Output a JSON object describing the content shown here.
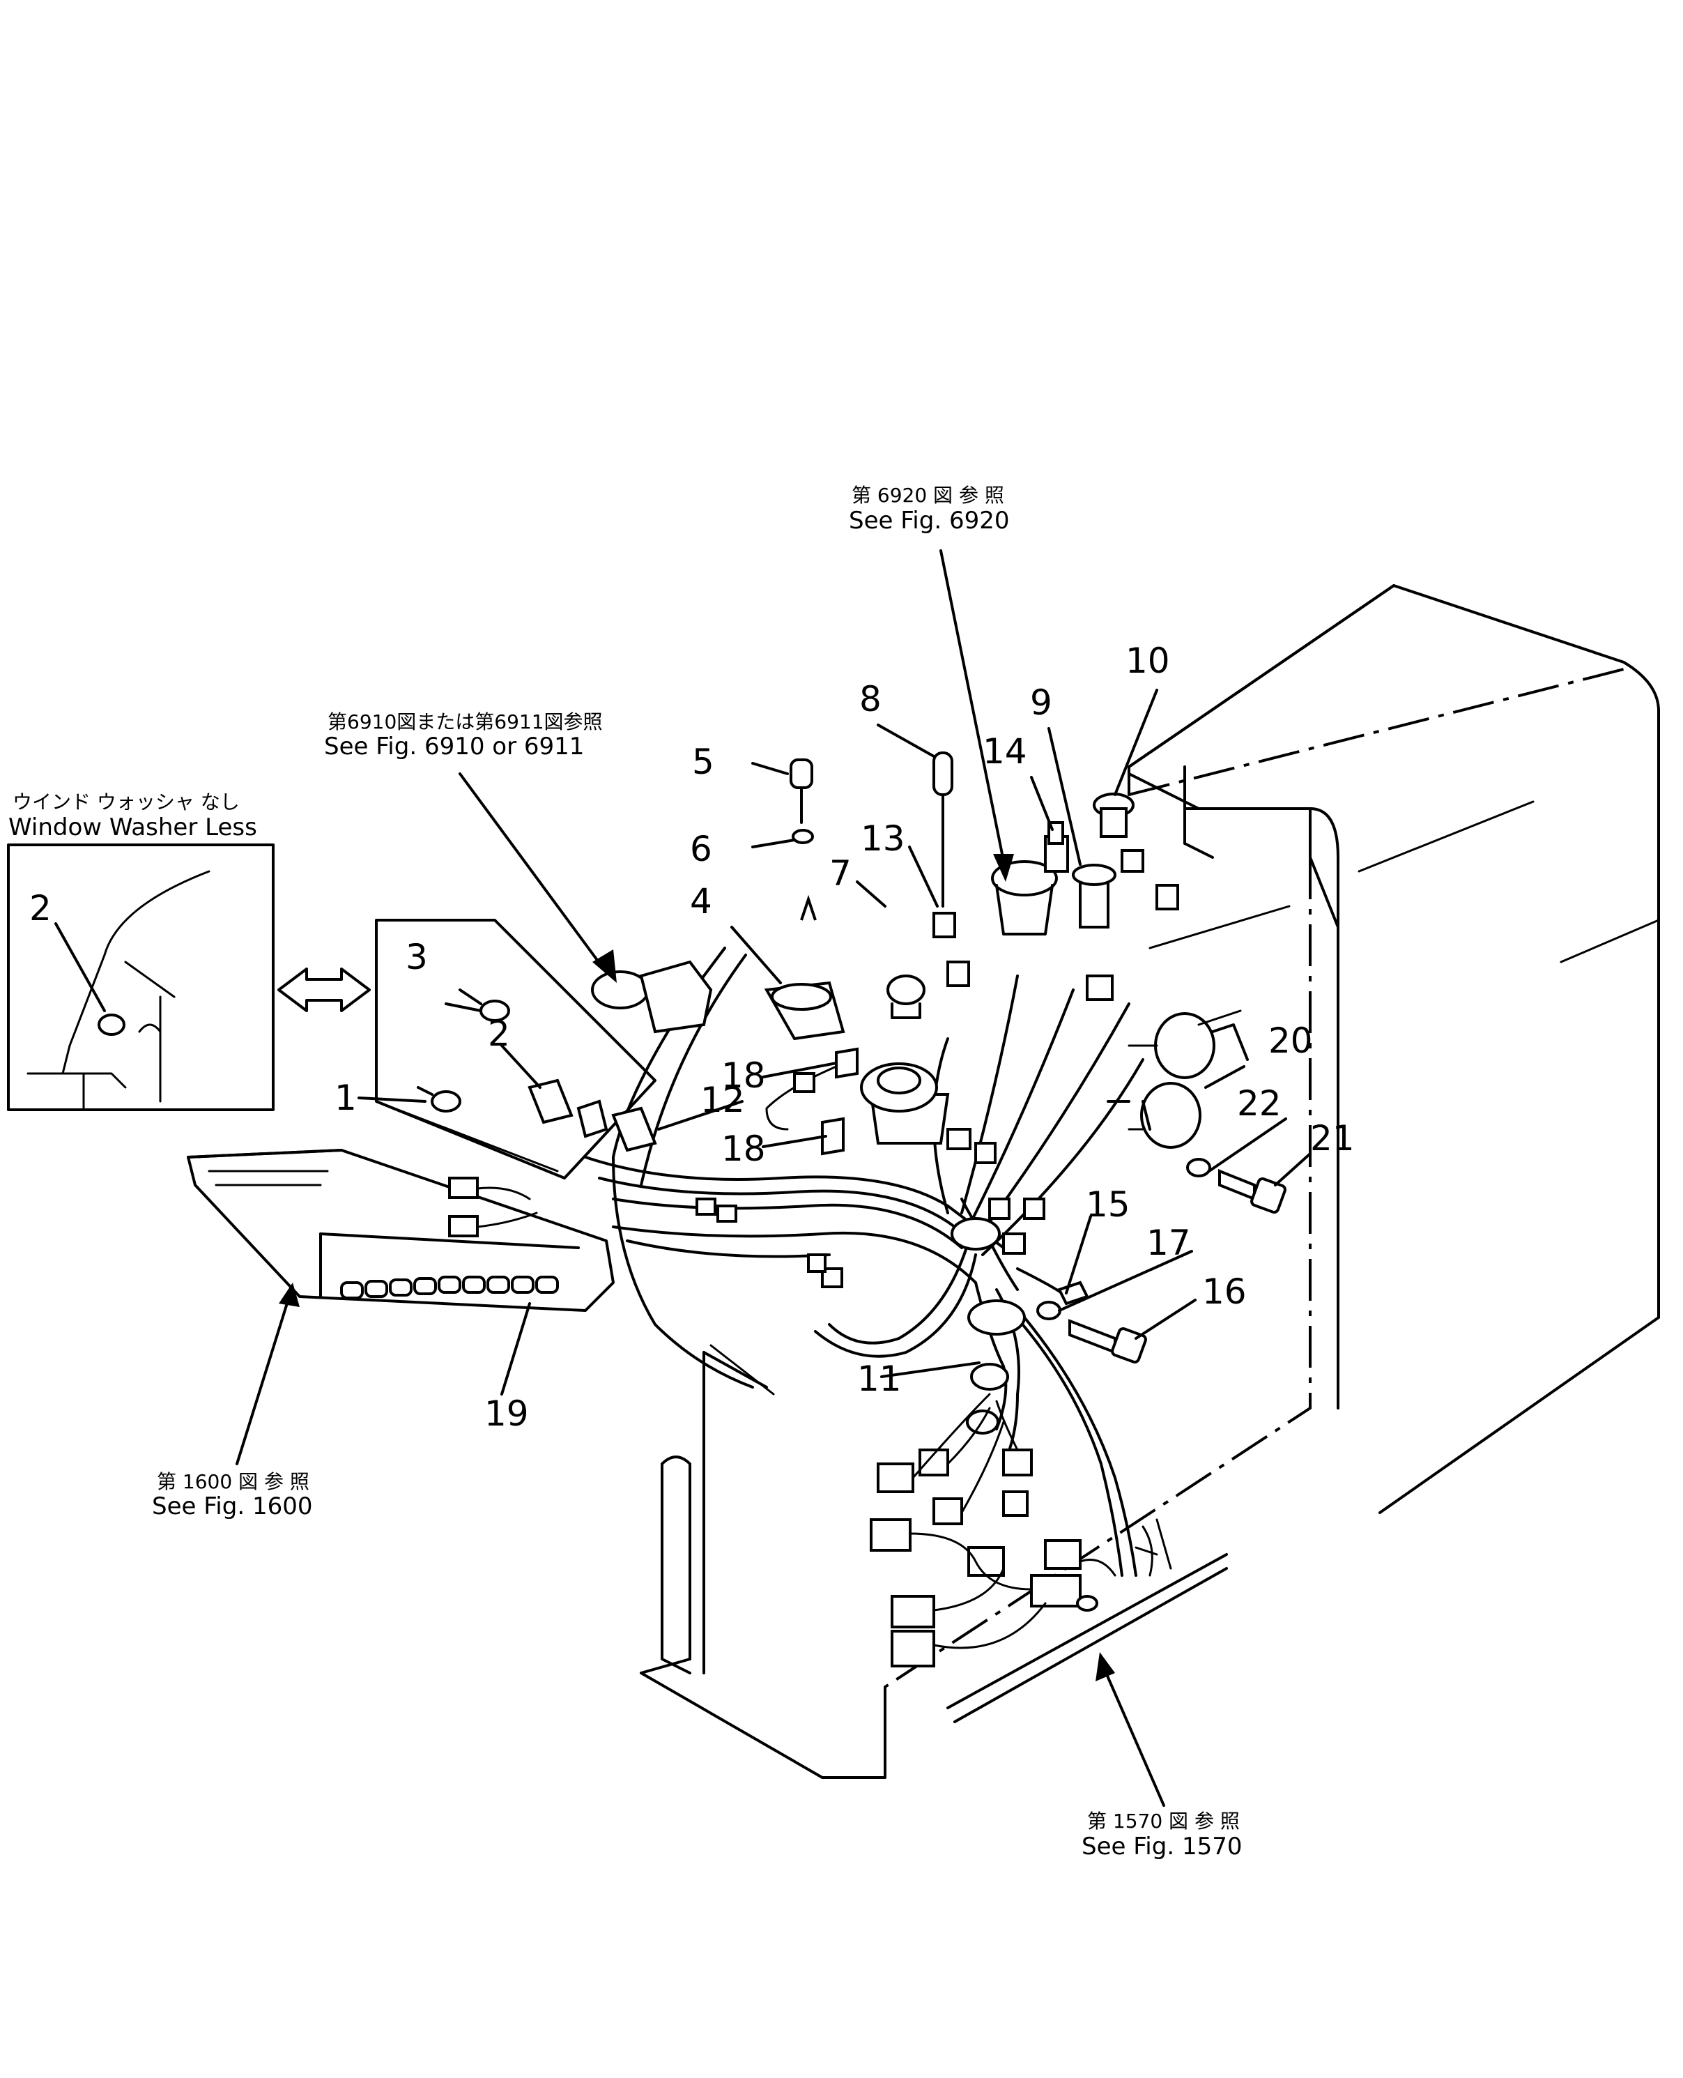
{
  "callouts": [
    "1",
    "2",
    "3",
    "4",
    "5",
    "6",
    "7",
    "8",
    "9",
    "10",
    "11",
    "12",
    "13",
    "14",
    "15",
    "16",
    "17",
    "18",
    "18",
    "19",
    "20",
    "21",
    "22",
    "2"
  ],
  "references": {
    "fig6920": {
      "ja": "第 6920 図 参 照",
      "en": "See Fig. 6920"
    },
    "fig6910": {
      "ja": "第6910図または第6911図参照",
      "en": "See Fig. 6910 or 6911"
    },
    "window_washer": {
      "ja": "ウインド ウォッシャ なし",
      "en": "Window Washer Less"
    },
    "fig1600": {
      "ja": "第 1600 図 参 照",
      "en": "See Fig. 1600"
    },
    "fig1570": {
      "ja": "第 1570 図 参 照",
      "en": "See Fig. 1570"
    }
  }
}
